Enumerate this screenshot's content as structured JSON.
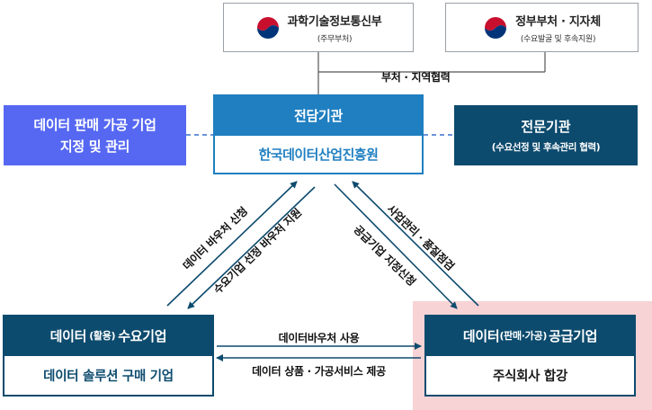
{
  "ministries": [
    {
      "name": "과학기술정보통신부",
      "sub": "(주무부처)"
    },
    {
      "name": "정부부처 · 지자체",
      "sub": "(수요발굴 및 후속지원)"
    }
  ],
  "cooperation_label": "부처 · 지역협력",
  "agency": {
    "title": "전담기관",
    "name": "한국데이터산업진흥원"
  },
  "left_box": {
    "line1": "데이터 판매 가공 기업",
    "line2": "지정 및 관리"
  },
  "right_box": {
    "title": "전문기관",
    "sub": "(수요선정 및 후속관리 협력)"
  },
  "demand": {
    "prefix": "데이터",
    "qualifier": "(활용)",
    "suffix": "수요기업",
    "body": "데이터 솔루션 구매 기업"
  },
  "supply": {
    "prefix": "데이터",
    "qualifier": "(판매·가공)",
    "suffix": "공급기업",
    "body": "주식회사 합강"
  },
  "arrows": {
    "left_outer": "데이터 바우처 신청",
    "left_inner": "수요기업 선정 바우처 지원",
    "right_outer": "사업관리 · 품질점검",
    "right_inner": "공급기업 지정신청",
    "bottom_top": "데이터바우처 사용",
    "bottom_bottom": "데이터 상품 · 가공서비스 제공"
  },
  "colors": {
    "agency_blue": "#1f7fc1",
    "navy": "#0d4b6e",
    "purple_blue": "#5668f2",
    "pink": "#f8d3d5",
    "emblem_red": "#c8102e",
    "emblem_blue": "#003478"
  }
}
